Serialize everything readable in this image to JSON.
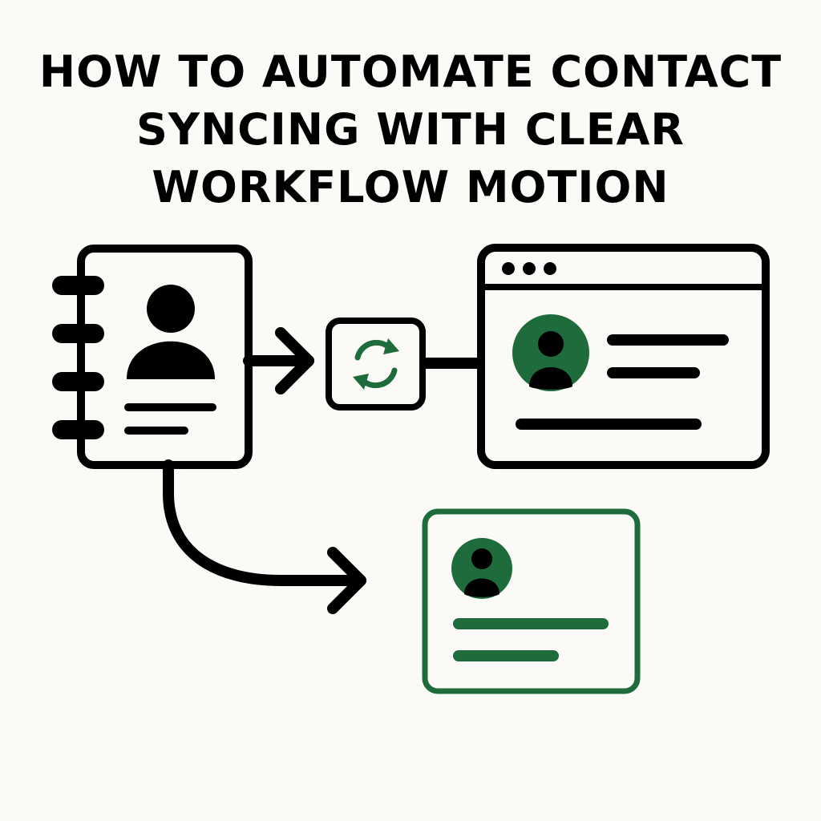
{
  "title_lines": [
    "HOW TO AUTOMATE CONTACT",
    "SYNCING WITH CLEAR",
    "WORKFLOW MOTION"
  ],
  "colors": {
    "background": "#fbfaf6",
    "ink": "#000000",
    "accent_green": "#1e6b3b"
  },
  "icons": {
    "source": "address-book-icon",
    "sync": "sync-icon",
    "target_window": "browser-window-icon",
    "synced_card": "contact-card-icon"
  }
}
